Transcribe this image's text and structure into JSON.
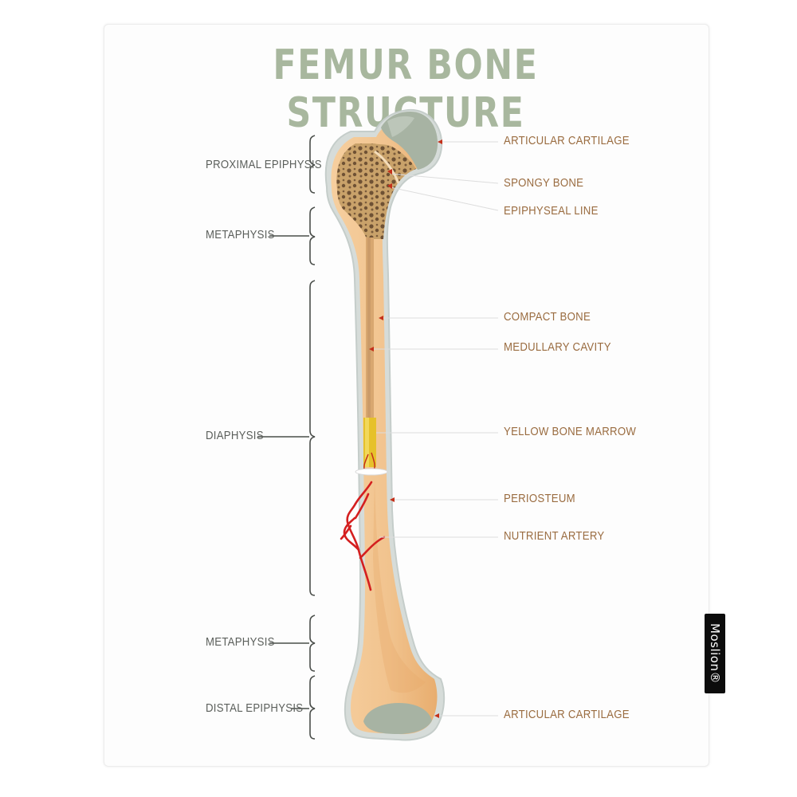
{
  "title": "FEMUR BONE STRUCTURE",
  "left_labels": {
    "proximal_epiphysis": "PROXIMAL EPIPHYSIS",
    "metaphysis_top": "METAPHYSIS",
    "diaphysis": "DIAPHYSIS",
    "metaphysis_bottom": "METAPHYSIS",
    "distal_epiphysis": "DISTAL EPIPHYSIS"
  },
  "right_labels": {
    "articular_cartilage_top": "ARTICULAR CARTILAGE",
    "spongy_bone": "SPONGY BONE",
    "epiphyseal_line": "EPIPHYSEAL LINE",
    "compact_bone": "COMPACT BONE",
    "medullary_cavity": "MEDULLARY CAVITY",
    "yellow_bone_marrow": "YELLOW BONE MARROW",
    "periosteum": "PERIOSTEUM",
    "nutrient_artery": "NUTRIENT ARTERY",
    "articular_cartilage_bottom": "ARTICULAR CARTILAGE"
  },
  "brand_tag": "Moslion®",
  "colors": {
    "title": "#a8b79e",
    "bone": "#f3c795",
    "bone_shade": "#e9a96b",
    "cartilage": "#a7b3a3",
    "spongy": "#c9a26a",
    "marrow": "#e6c12a",
    "artery": "#d41f1f",
    "label_left": "#5b5f5b",
    "label_right": "#9a6c40",
    "outline": "#c9d2cf"
  }
}
